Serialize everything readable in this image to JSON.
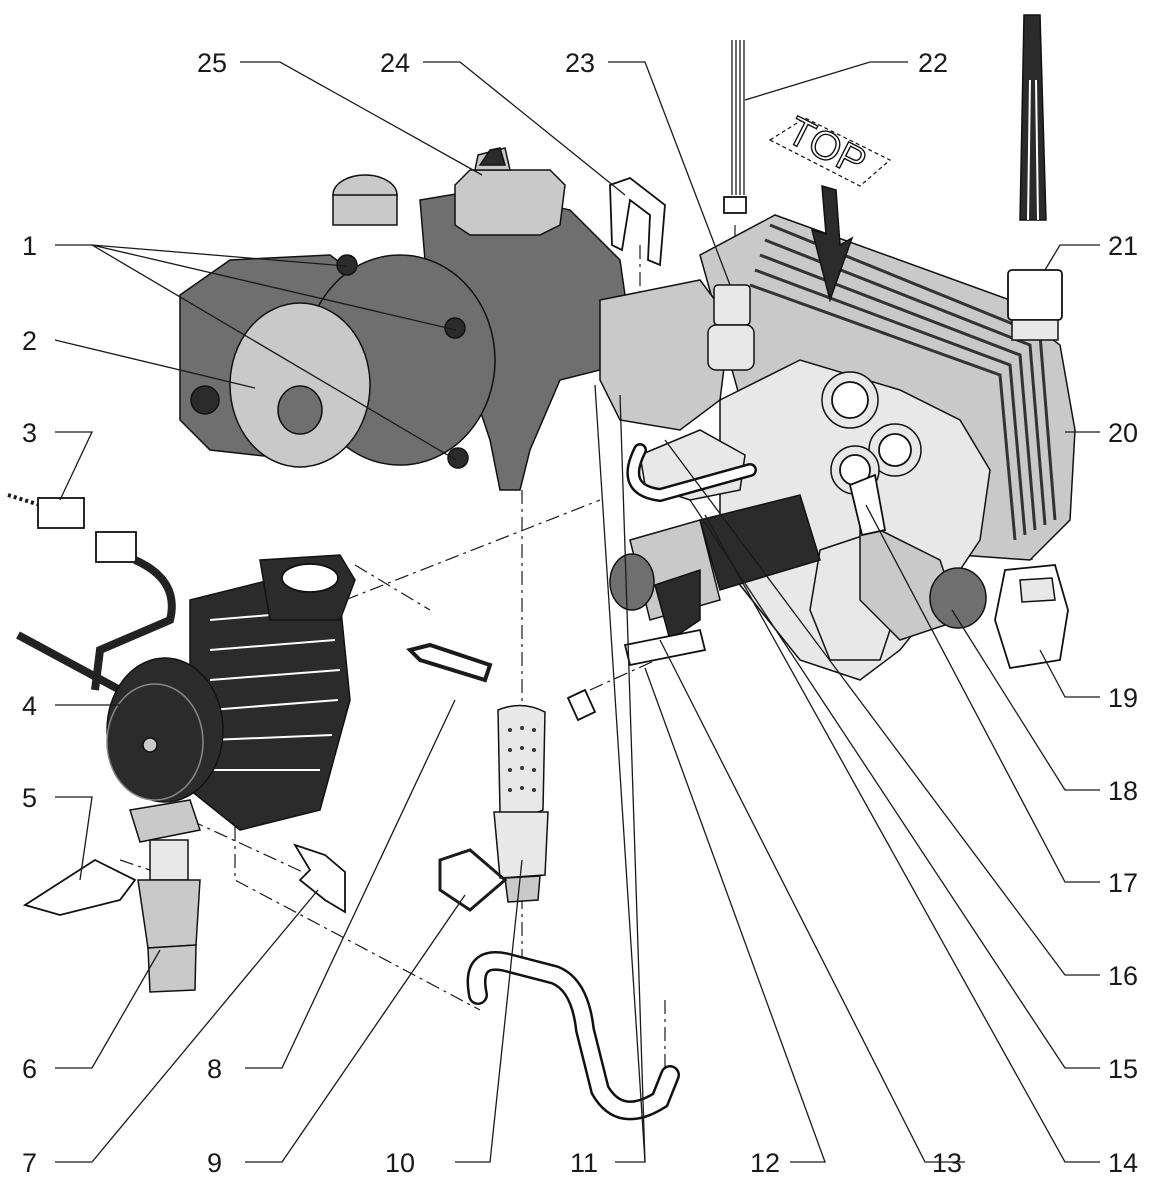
{
  "callouts": [
    {
      "id": "1",
      "label": "1"
    },
    {
      "id": "2",
      "label": "2"
    },
    {
      "id": "3",
      "label": "3"
    },
    {
      "id": "4",
      "label": "4"
    },
    {
      "id": "5",
      "label": "5"
    },
    {
      "id": "6",
      "label": "6"
    },
    {
      "id": "7",
      "label": "7"
    },
    {
      "id": "8",
      "label": "8"
    },
    {
      "id": "9",
      "label": "9"
    },
    {
      "id": "10",
      "label": "10"
    },
    {
      "id": "11",
      "label": "11"
    },
    {
      "id": "12",
      "label": "12"
    },
    {
      "id": "13",
      "label": "13"
    },
    {
      "id": "14",
      "label": "14"
    },
    {
      "id": "15",
      "label": "15"
    },
    {
      "id": "16",
      "label": "16"
    },
    {
      "id": "17",
      "label": "17"
    },
    {
      "id": "18",
      "label": "18"
    },
    {
      "id": "19",
      "label": "19"
    },
    {
      "id": "20",
      "label": "20"
    },
    {
      "id": "21",
      "label": "21"
    },
    {
      "id": "22",
      "label": "22"
    },
    {
      "id": "23",
      "label": "23"
    },
    {
      "id": "24",
      "label": "24"
    },
    {
      "id": "25",
      "label": "25"
    }
  ],
  "orientation_tag": {
    "text": "TOP"
  }
}
